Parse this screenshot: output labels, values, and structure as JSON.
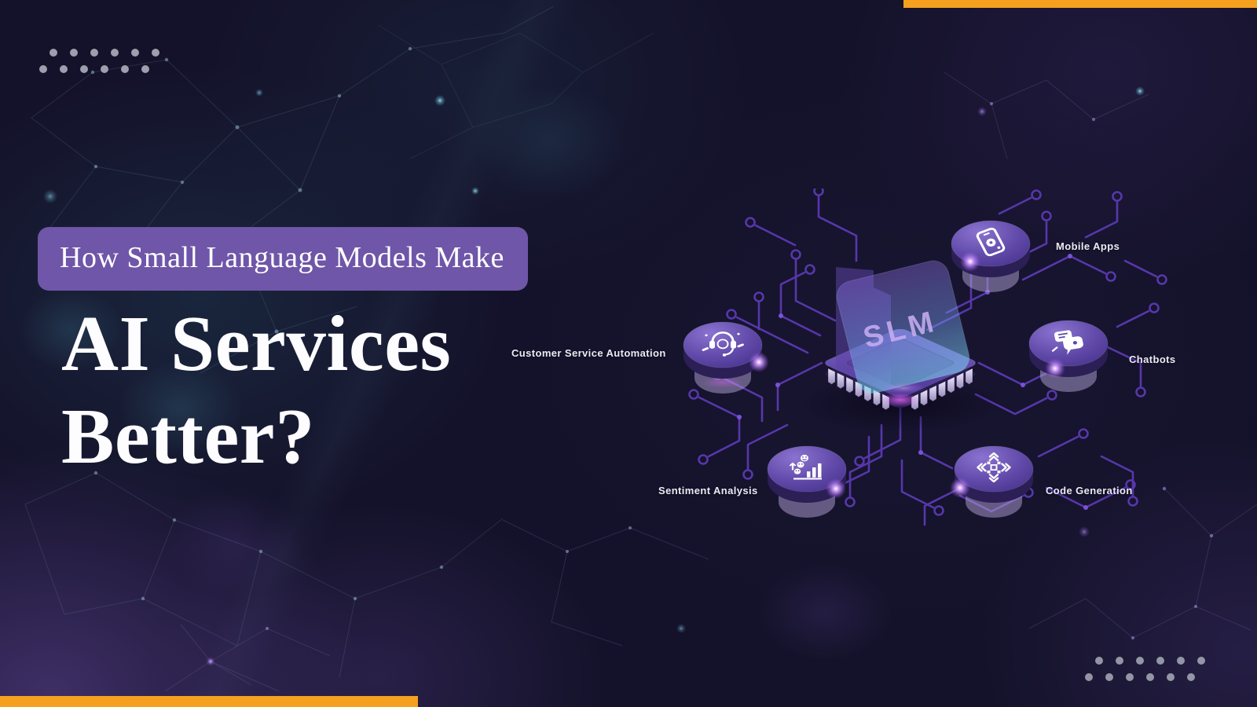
{
  "header": {
    "kicker": "How Small Language Models Make",
    "title_line1": "AI Services",
    "title_line2": "Better?"
  },
  "illustration": {
    "chip_label": "SLM",
    "nodes": [
      {
        "id": "customer-service-automation",
        "label": "Customer Service Automation"
      },
      {
        "id": "mobile-apps",
        "label": "Mobile Apps"
      },
      {
        "id": "chatbots",
        "label": "Chatbots"
      },
      {
        "id": "sentiment-analysis",
        "label": "Sentiment Analysis"
      },
      {
        "id": "code-generation",
        "label": "Code Generation"
      }
    ]
  },
  "ornaments": {
    "dot_grid_rows": 2,
    "dot_grid_cols": 6
  },
  "colors": {
    "accent_orange": "#F5A01F",
    "badge_purple": "#6F56A8",
    "circuit_purple": "#5B39B2",
    "background_navy": "#14122A",
    "title_white": "#FDFCFF"
  }
}
